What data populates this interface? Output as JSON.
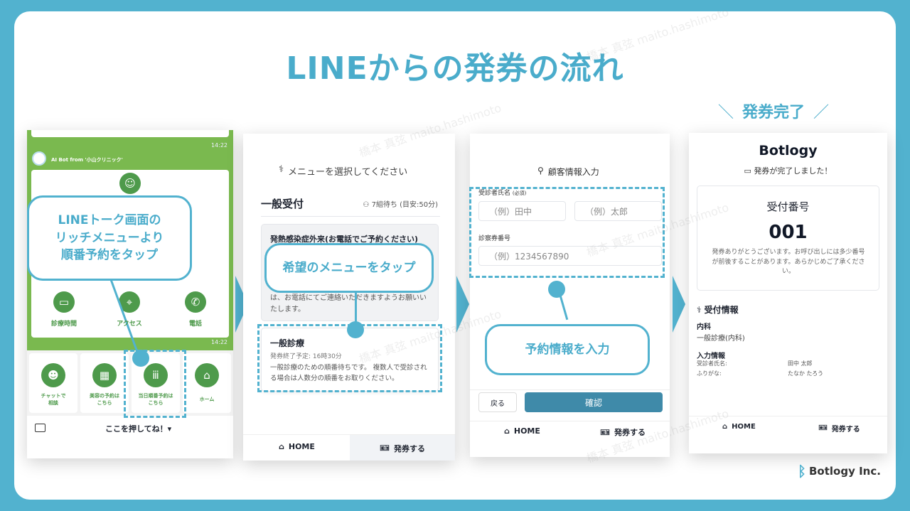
{
  "title": "LINEからの発券の流れ",
  "watermark": "橋本 真弦 maito.hashimoto",
  "colors": {
    "accent": "#52b2cf",
    "line_green": "#7ab94f",
    "icon_green": "#4e9a4b",
    "confirm": "#3f8aa9"
  },
  "step1": {
    "time1": "14:22",
    "bot_name": "AI Bot from '小山クリニック'",
    "tiles": [
      {
        "label": "診療時間",
        "icon": "open-sign-icon"
      },
      {
        "label": "アクセス",
        "icon": "map-pin-icon"
      },
      {
        "label": "電話",
        "icon": "phone-icon"
      }
    ],
    "time2": "14:22",
    "rich_menu": [
      {
        "label": "チャットで\n相談",
        "icon": "bot-icon"
      },
      {
        "label": "美容の予約は\nこちら",
        "icon": "calendar-icon"
      },
      {
        "label": "当日順番予約は\nこちら",
        "icon": "people-icon"
      },
      {
        "label": "ホーム",
        "icon": "home-icon"
      }
    ],
    "menu_toggle": "ここを押してね！▾",
    "callout": "LINEトーク画面の\nリッチメニューより\n順番予約をタップ"
  },
  "step2": {
    "header": "メニューを選択してください",
    "section": "一般受付",
    "wait": "7組待ち (目安:50分)",
    "card1_title": "発熱感染症外来(お電話でご予約ください)",
    "card1_text": "は、お電話にてご連絡いただきますようお願いいたします。",
    "card2_title": "一般診療",
    "card2_end": "発券終了予定: 16時30分",
    "card2_text": "一般診療のための順番待ちです。 複数人で受診される場合は人数分の順番をお取りください。",
    "callout": "希望のメニューをタップ",
    "nav_home": "HOME",
    "nav_issue": "発券する"
  },
  "step3": {
    "header": "顧客情報入力",
    "name_label": "受診者氏名",
    "required": "(必須)",
    "last_placeholder": "（例）田中",
    "first_placeholder": "（例）太郎",
    "card_label": "診察券番号",
    "card_placeholder": "（例）1234567890",
    "callout": "予約情報を入力",
    "back": "戻る",
    "confirm": "確認",
    "nav_home": "HOME",
    "nav_issue": "発券する"
  },
  "step4": {
    "banner": "発券完了",
    "brand": "Botlogy",
    "done": "発券が完了しました！",
    "num_label": "受付番号",
    "number": "001",
    "note": "発券ありがとうございます。お呼び出しには多少番号が前後することがあります。あらかじめご了承ください。",
    "info_title": "受付情報",
    "dept_label": "内科",
    "dept_value": "一般診療(内科)",
    "input_title": "入力情報",
    "rows": [
      {
        "k": "受診者氏名:",
        "v": "田中 太郎"
      },
      {
        "k": "ふりがな:",
        "v": "たなか たろう"
      }
    ],
    "nav_home": "HOME",
    "nav_issue": "発券する"
  },
  "logo": "Botlogy Inc."
}
